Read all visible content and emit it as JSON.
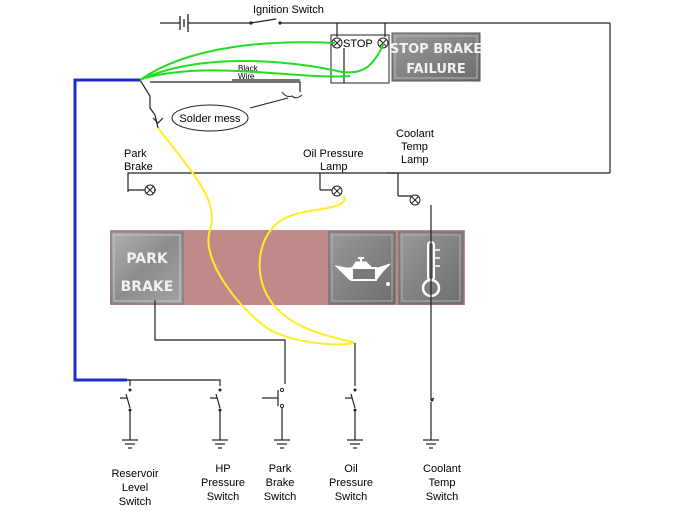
{
  "labels": {
    "ignition_switch": "Ignition Switch",
    "stop": "STOP",
    "black_wire_1": "Black",
    "black_wire_2": "Wire",
    "solder_mess": "Solder mess",
    "park_brake_lamp_1": "Park",
    "park_brake_lamp_2": "Brake",
    "oil_pressure_lamp_1": "Oil Pressure",
    "oil_pressure_lamp_2": "Lamp",
    "coolant_temp_lamp_1": "Coolant",
    "coolant_temp_lamp_2": "Temp",
    "coolant_temp_lamp_3": "Lamp",
    "reservoir_switch_1": "Reservoir",
    "reservoir_switch_2": "Level",
    "reservoir_switch_3": "Switch",
    "hp_switch_1": "HP",
    "hp_switch_2": "Pressure",
    "hp_switch_3": "Switch",
    "park_switch_1": "Park",
    "park_switch_2": "Brake",
    "park_switch_3": "Switch",
    "oil_switch_1": "Oil",
    "oil_switch_2": "Pressure",
    "oil_switch_3": "Switch",
    "coolant_switch_1": "Coolant",
    "coolant_switch_2": "Temp",
    "coolant_switch_3": "Switch"
  },
  "panels": {
    "stop_brake_failure_1": "STOP BRAKE",
    "stop_brake_failure_2": "FAILURE",
    "park_brake_1": "PARK",
    "park_brake_2": "BRAKE"
  },
  "colors": {
    "wire_green": "#22dd22",
    "wire_yellow": "#ffee22",
    "wire_blue": "#1a2ecc",
    "panel_band": "#c08a8a",
    "panel_button": "#8f8f8f"
  },
  "icons": [
    "oil-can-icon",
    "thermometer-icon",
    "battery-icon",
    "lamp-icon",
    "ground-icon"
  ]
}
